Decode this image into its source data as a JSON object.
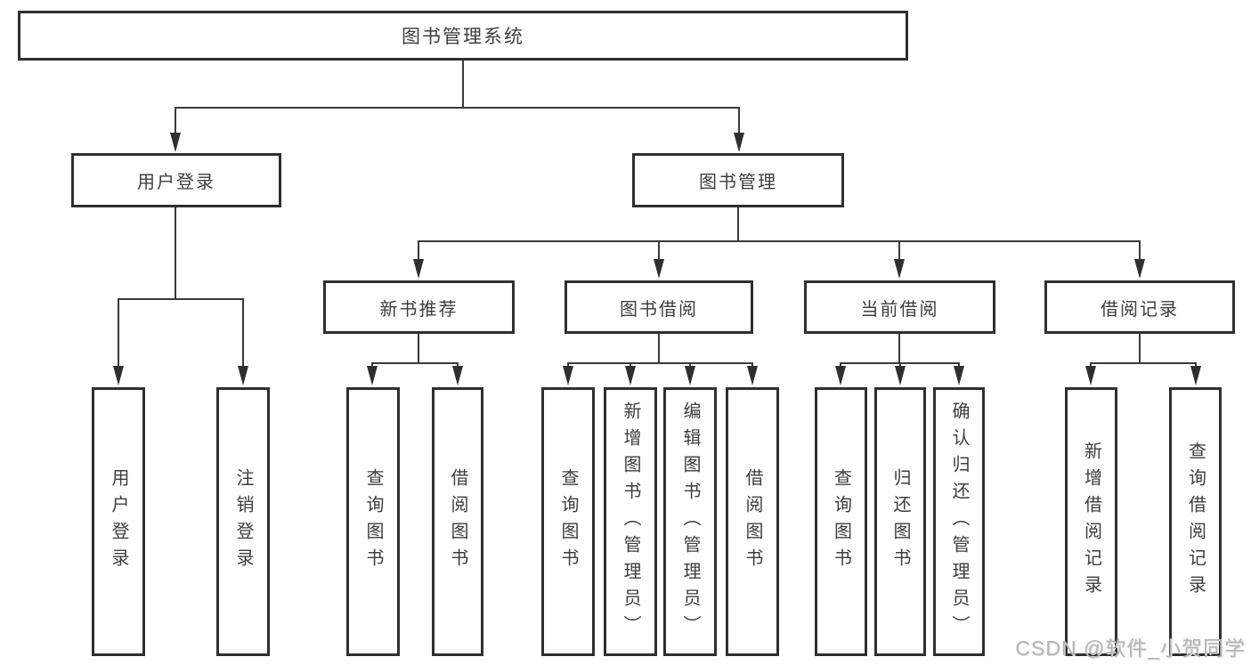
{
  "tree": {
    "root": "图书管理系统",
    "children": [
      {
        "label": "用户登录",
        "children": [
          "用户登录",
          "注销登录"
        ]
      },
      {
        "label": "图书管理",
        "children": [
          {
            "label": "新书推荐",
            "children": [
              "查询图书",
              "借阅图书"
            ]
          },
          {
            "label": "图书借阅",
            "children": [
              "查询图书",
              "新增图书（管理员）",
              "编辑图书（管理员）",
              "借阅图书"
            ]
          },
          {
            "label": "当前借阅",
            "children": [
              "查询图书",
              "归还图书",
              "确认归还（管理员）"
            ]
          },
          {
            "label": "借阅记录",
            "children": [
              "新增借阅记录",
              "查询借阅记录"
            ]
          }
        ]
      }
    ]
  },
  "watermark": "CSDN @软件_小贺同学",
  "colors": {
    "background": "#ffffff",
    "box_border": "#2f2f2f",
    "line": "#3a3a3a",
    "text": "#3d3d3d",
    "watermark_text": "#b5b5b5"
  }
}
